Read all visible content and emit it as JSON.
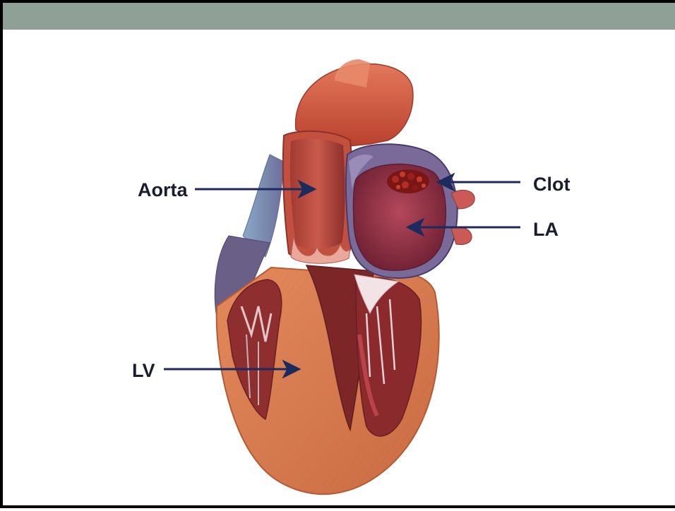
{
  "slide": {
    "header_color": "#8fa197",
    "border_color": "#000000",
    "background": "#ffffff"
  },
  "diagram": {
    "subject": "heart-cross-section",
    "arrow_color": "#1d2a5e",
    "labels": {
      "aorta": "Aorta",
      "clot": "Clot",
      "la": "LA",
      "lv": "LV"
    }
  }
}
